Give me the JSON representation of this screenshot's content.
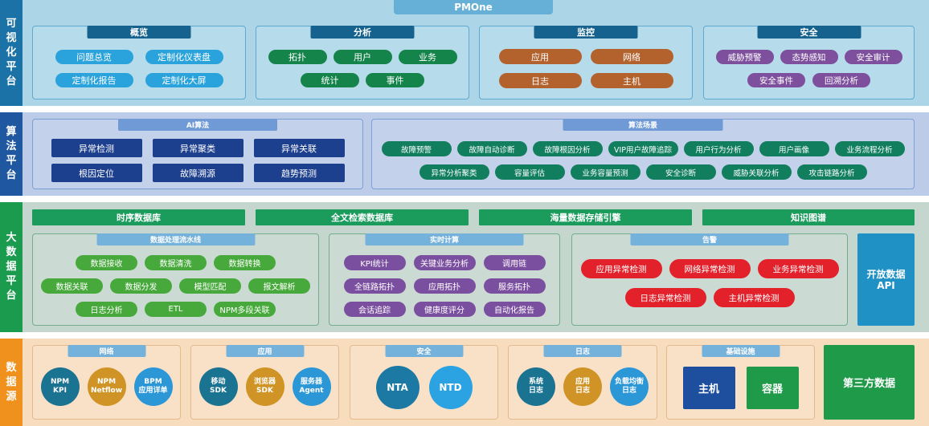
{
  "title": "PMOne",
  "colors": {
    "pmone_tab": "#66afd6",
    "vis_label": "#1a72a6",
    "vis_bg": "#acd6e8",
    "vis_border": "#5ea8d1",
    "vis_head": "#15628f",
    "overview_pill": "#2aa3dc",
    "analysis_pill": "#15844b",
    "monitor_pill": "#b3622d",
    "security_pill": "#7d4f9c",
    "algo_label": "#1f57a1",
    "algo_bg": "#bbcbe8",
    "algo_border": "#7e9fd5",
    "algo_head": "#6f9ad6",
    "ai_button": "#1c3f8e",
    "scenario_pill": "#117e5e",
    "data_label": "#1b9b4e",
    "data_bg": "#c4d6cd",
    "data_border": "#72ad8c",
    "store_bar": "#1b9c5c",
    "sub_head": "#75b2db",
    "pipeline_pill": "#47a93b",
    "realtime_pill": "#7b4f9f",
    "alert_pill": "#e2212b",
    "open_api": "#1f91c5",
    "src_label": "#f1911d",
    "src_bg": "#f7dcbd",
    "src_border": "#e6b98b",
    "source_dark": "#1b7392",
    "source_gold": "#d09426",
    "source_blue": "#2c97d7",
    "nta": "#1c79a3",
    "ntd": "#2ba2e2",
    "host_box": "#1d4f9e",
    "container_box": "#1e9a48",
    "third_party": "#1e9a48"
  },
  "visualization": {
    "label": "可视化平台",
    "groups": [
      {
        "header": "概览",
        "items": [
          "问题总览",
          "定制化仪表盘",
          "定制化报告",
          "定制化大屏"
        ]
      },
      {
        "header": "分析",
        "items": [
          "拓扑",
          "用户",
          "业务",
          "统计",
          "事件"
        ]
      },
      {
        "header": "监控",
        "items": [
          "应用",
          "网络",
          "日志",
          "主机"
        ]
      },
      {
        "header": "安全",
        "items": [
          "威胁预警",
          "态势感知",
          "安全审计",
          "安全事件",
          "回溯分析"
        ]
      }
    ]
  },
  "algorithm": {
    "label": "算法平台",
    "ai": {
      "header": "AI算法",
      "items": [
        "异常检测",
        "异常聚类",
        "异常关联",
        "根因定位",
        "故障溯源",
        "趋势预测"
      ]
    },
    "scenarios": {
      "header": "算法场景",
      "items": [
        "故障预警",
        "故障自动诊断",
        "故障根因分析",
        "VIP用户故障追踪",
        "用户行为分析",
        "用户画像",
        "业务流程分析",
        "异常分析聚类",
        "容量评估",
        "业务容量预测",
        "安全诊断",
        "威胁关联分析",
        "攻击链路分析"
      ]
    }
  },
  "bigdata": {
    "label": "大数据平台",
    "stores": [
      "时序数据库",
      "全文检索数据库",
      "海量数据存储引擎",
      "知识图谱"
    ],
    "pipeline": {
      "header": "数据处理流水线",
      "items": [
        "数据接收",
        "数据清洗",
        "数据转换",
        "数据关联",
        "数据分发",
        "模型匹配",
        "报文解析",
        "日志分析",
        "ETL",
        "NPM多段关联"
      ]
    },
    "realtime": {
      "header": "实时计算",
      "items": [
        "KPI统计",
        "关键业务分析",
        "调用链",
        "全链路拓扑",
        "应用拓扑",
        "服务拓扑",
        "会话追踪",
        "健康度评分",
        "自动化报告"
      ]
    },
    "alert": {
      "header": "告警",
      "items": [
        "应用异常检测",
        "网络异常检测",
        "业务异常检测",
        "日志异常检测",
        "主机异常检测"
      ]
    },
    "open_api": [
      "开放数据",
      "API"
    ]
  },
  "sources": {
    "label": "数据源",
    "network": {
      "header": "网络",
      "items": [
        [
          "NPM",
          "KPI"
        ],
        [
          "NPM",
          "Netflow"
        ],
        [
          "BPM",
          "应用详单"
        ]
      ]
    },
    "application": {
      "header": "应用",
      "items": [
        [
          "移动",
          "SDK"
        ],
        [
          "浏览器",
          "SDK"
        ],
        [
          "服务器",
          "Agent"
        ]
      ]
    },
    "security": {
      "header": "安全",
      "items": [
        [
          "NTA"
        ],
        [
          "NTD"
        ]
      ]
    },
    "log": {
      "header": "日志",
      "items": [
        [
          "系统",
          "日志"
        ],
        [
          "应用",
          "日志"
        ],
        [
          "负载均衡",
          "日志"
        ]
      ]
    },
    "infrastructure": {
      "header": "基础设施",
      "items": [
        "主机",
        "容器"
      ]
    },
    "third_party": "第三方数据"
  }
}
